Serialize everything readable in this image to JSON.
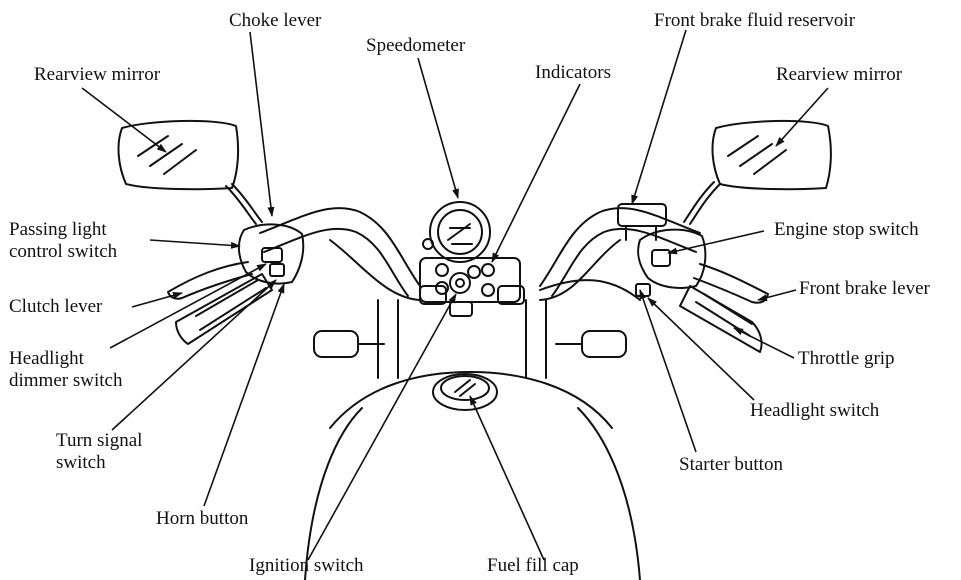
{
  "labels": {
    "choke_lever": "Choke lever",
    "front_brake_fluid_reservoir": "Front brake fluid reservoir",
    "rearview_mirror_left": "Rearview mirror",
    "speedometer": "Speedometer",
    "indicators": "Indicators",
    "rearview_mirror_right": "Rearview mirror",
    "passing_light_line1": "Passing light",
    "passing_light_line2": "control switch",
    "engine_stop_switch": "Engine stop switch",
    "clutch_lever": "Clutch lever",
    "front_brake_lever": "Front brake lever",
    "headlight_dimmer_line1": "Headlight",
    "headlight_dimmer_line2": "dimmer switch",
    "throttle_grip": "Throttle grip",
    "turn_signal_line1": "Turn signal",
    "turn_signal_line2": "switch",
    "headlight_switch": "Headlight switch",
    "starter_button": "Starter button",
    "horn_button": "Horn button",
    "ignition_switch": "Ignition switch",
    "fuel_fill_cap": "Fuel fill cap"
  },
  "colors": {
    "ink": "#111111",
    "paper": "#ffffff"
  }
}
